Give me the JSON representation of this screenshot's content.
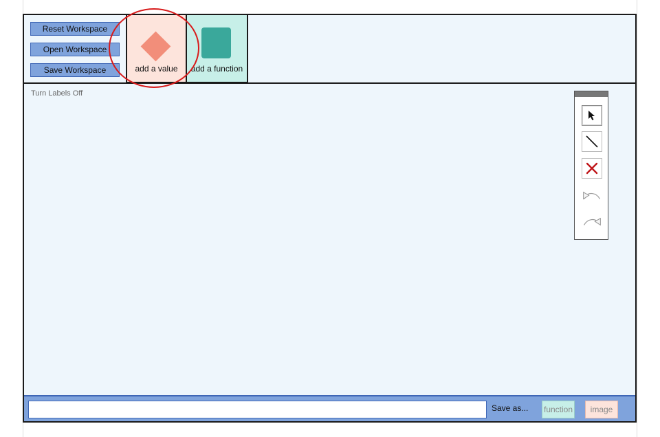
{
  "toolbar": {
    "reset_label": "Reset Workspace",
    "open_label": "Open Workspace",
    "save_label": "Save Workspace",
    "add_value_label": "add a value",
    "add_function_label": "add a function"
  },
  "canvas": {
    "labels_toggle": "Turn Labels Off"
  },
  "tools": [
    "select-arrow",
    "line",
    "delete",
    "undo",
    "redo"
  ],
  "bottom_bar": {
    "name_input_value": "",
    "save_as_label": "Save as...",
    "function_label": "function",
    "image_label": "image"
  },
  "colors": {
    "workspace_bg": "#eef6fc",
    "button_blue": "#7fa3dc",
    "value_tile": "#fde4dc",
    "value_diamond": "#f28e7a",
    "function_tile": "#c7efe8",
    "function_square": "#3aa89b",
    "highlight": "#d81b1b",
    "delete_x": "#c0161a"
  }
}
